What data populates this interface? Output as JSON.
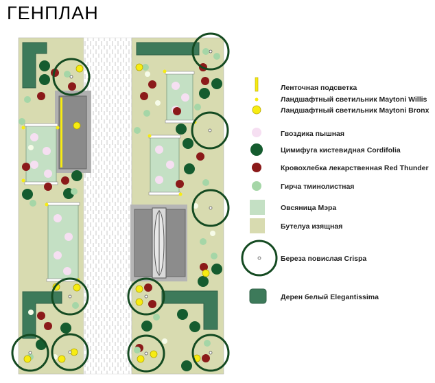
{
  "title": "ГЕНПЛАН",
  "colors": {
    "lawn": "#d8dbb0",
    "hedge": "#3d7a5a",
    "hedge_stroke": "#2f6047",
    "fescue": "#c4e0c4",
    "plant_dark_green": "#155c2f",
    "plant_red": "#8b1a1a",
    "plant_pink": "#f6dff2",
    "plant_light_green": "#a5d6a7",
    "plant_white": "#f6fbe8",
    "lamp_yellow": "#f7ec12",
    "bench": "#8a8a8a",
    "paving_line": "#c9c9c9",
    "pavilion": "#8c8c8c",
    "tree_ring": "#144a21"
  },
  "legend": [
    {
      "key": "strip-light",
      "label": "Ленточная подсветка",
      "icon": "yellow-bar-icon"
    },
    {
      "key": "willis",
      "label": "Ландшафтный светильник Maytoni Willis",
      "icon": "small-yellow-dot-icon"
    },
    {
      "key": "bronx",
      "label": "Ландшафтный светильник Maytoni Bronx",
      "icon": "yellow-circle-icon"
    },
    {
      "key": "dianthus",
      "label": "Гвоздика пышная",
      "icon": "pink-circle-icon"
    },
    {
      "key": "cimicifuga",
      "label": "Цимифуга кистевидная Cordifolia",
      "icon": "dark-green-circle-icon"
    },
    {
      "key": "sanguisorba",
      "label": "Кровохлебка лекарственная Red Thunder",
      "icon": "red-circle-icon"
    },
    {
      "key": "gypsophila",
      "label": "Гирча тминолистная",
      "icon": "light-green-circle-icon"
    },
    {
      "key": "festuca",
      "label": "Овсяница Мэра",
      "icon": "light-green-square-icon"
    },
    {
      "key": "bouteloua",
      "label": "Бутелуа изящная",
      "icon": "beige-square-icon"
    },
    {
      "key": "betula",
      "label": "Береза повислая Crispa",
      "icon": "tree-ring-icon"
    },
    {
      "key": "cornus",
      "label": "Дерен белый Elegantissima",
      "icon": "dark-green-rounded-square-icon"
    }
  ]
}
